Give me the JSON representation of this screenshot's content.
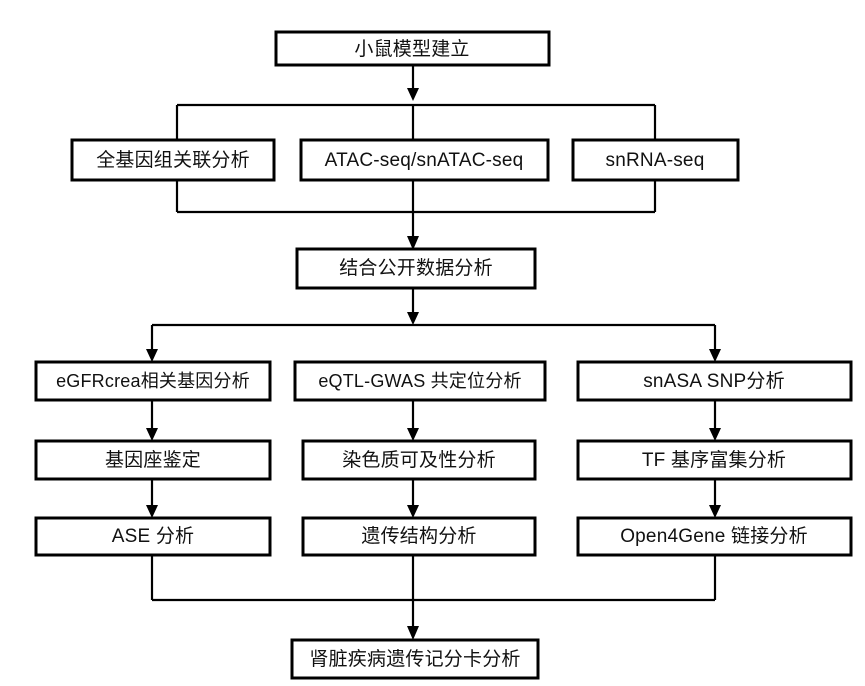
{
  "diagram": {
    "title_text": "",
    "background_color": "#ffffff",
    "line_color": "#000000",
    "box_fill": "#ffffff",
    "text_color": "#111111"
  },
  "nodes": {
    "start": {
      "label": "小鼠模型建立"
    },
    "assay_row": [
      {
        "label": "全基因组关联分析"
      },
      {
        "label": "ATAC-seq/snATAC-seq"
      },
      {
        "label": "snRNA-seq"
      }
    ],
    "integration": {
      "label": "结合公开数据分析"
    },
    "columns": [
      {
        "name": "left-column",
        "steps": [
          {
            "label": "eGFRcrea相关基因分析"
          },
          {
            "label": "基因座鉴定"
          },
          {
            "label": "ASE 分析"
          }
        ]
      },
      {
        "name": "middle-column",
        "steps": [
          {
            "label": "eQTL-GWAS 共定位分析"
          },
          {
            "label": "染色质可及性分析"
          },
          {
            "label": "遗传结构分析"
          }
        ]
      },
      {
        "name": "right-column",
        "steps": [
          {
            "label": "snASA SNP分析"
          },
          {
            "label": "TF 基序富集分析"
          },
          {
            "label": "Open4Gene 链接分析"
          }
        ]
      }
    ],
    "end": {
      "label": "肾脏疾病遗传记分卡分析"
    }
  }
}
